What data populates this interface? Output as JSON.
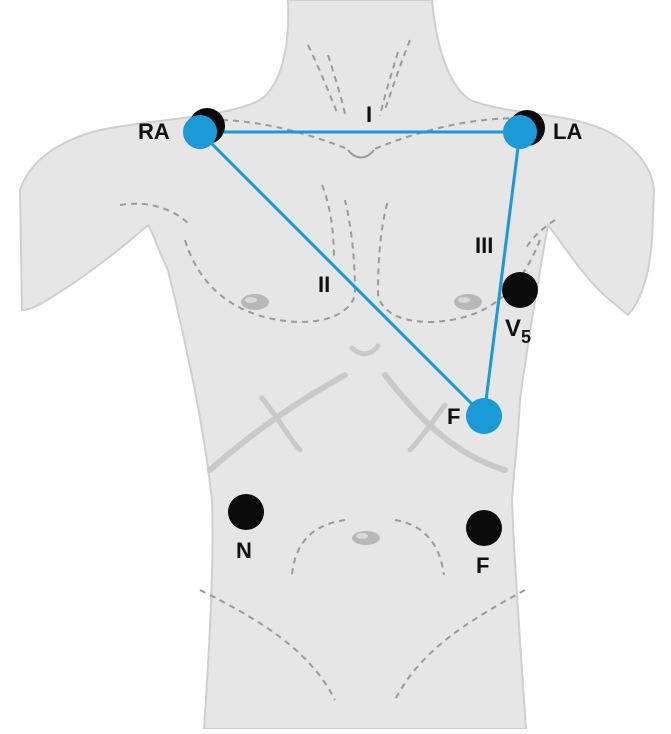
{
  "colors": {
    "skin": "#e6e6e6",
    "skin_outline": "#cfcfcf",
    "contour": "#9a9a9a",
    "rib": "#c9c9c9",
    "lead_line": "#1a9ad6",
    "electrode_black": "#0b0b0b",
    "electrode_blue": "#1a9ad6"
  },
  "labels": {
    "ra": "RA",
    "la": "LA",
    "lead_i": "I",
    "lead_ii": "II",
    "lead_iii": "III",
    "v5": "V",
    "v5_sub": "5",
    "f_chest": "F",
    "n": "N",
    "f_abdomen": "F"
  }
}
